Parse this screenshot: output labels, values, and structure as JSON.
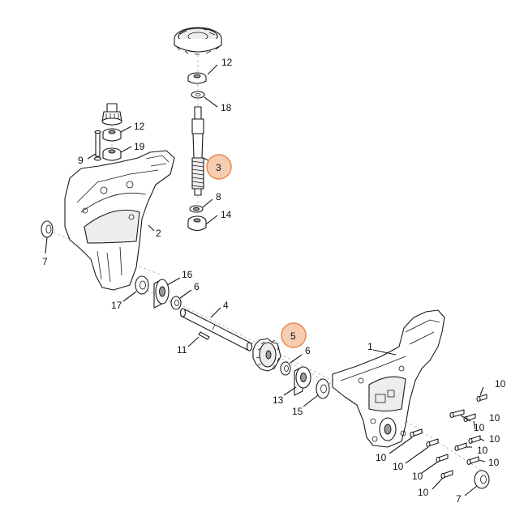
{
  "colors": {
    "line": "#1a1a1a",
    "highlight_fill": "#f7cdb1",
    "highlight_stroke": "#e8874d",
    "background": "#ffffff"
  },
  "callouts": [
    {
      "id": "c12a",
      "label": "12",
      "highlighted": false
    },
    {
      "id": "c18",
      "label": "18",
      "highlighted": false
    },
    {
      "id": "c12b",
      "label": "12",
      "highlighted": false
    },
    {
      "id": "c9",
      "label": "9",
      "highlighted": false
    },
    {
      "id": "c19",
      "label": "19",
      "highlighted": false
    },
    {
      "id": "c3",
      "label": "3",
      "highlighted": true
    },
    {
      "id": "c8",
      "label": "8",
      "highlighted": false
    },
    {
      "id": "c14",
      "label": "14",
      "highlighted": false
    },
    {
      "id": "c2",
      "label": "2",
      "highlighted": false
    },
    {
      "id": "c7a",
      "label": "7",
      "highlighted": false
    },
    {
      "id": "c16",
      "label": "16",
      "highlighted": false
    },
    {
      "id": "c6a",
      "label": "6",
      "highlighted": false
    },
    {
      "id": "c17",
      "label": "17",
      "highlighted": false
    },
    {
      "id": "c4",
      "label": "4",
      "highlighted": false
    },
    {
      "id": "c5",
      "label": "5",
      "highlighted": true
    },
    {
      "id": "c11",
      "label": "11",
      "highlighted": false
    },
    {
      "id": "c6b",
      "label": "6",
      "highlighted": false
    },
    {
      "id": "c1",
      "label": "1",
      "highlighted": false
    },
    {
      "id": "c13",
      "label": "13",
      "highlighted": false
    },
    {
      "id": "c15",
      "label": "15",
      "highlighted": false
    },
    {
      "id": "c10a",
      "label": "10",
      "highlighted": false
    },
    {
      "id": "c10b",
      "label": "10",
      "highlighted": false
    },
    {
      "id": "c10c",
      "label": "10",
      "highlighted": false
    },
    {
      "id": "c10d",
      "label": "10",
      "highlighted": false
    },
    {
      "id": "c10e",
      "label": "10",
      "highlighted": false
    },
    {
      "id": "c10f",
      "label": "10",
      "highlighted": false
    },
    {
      "id": "c10g",
      "label": "10",
      "highlighted": false
    },
    {
      "id": "c10h",
      "label": "10",
      "highlighted": false
    },
    {
      "id": "c10i",
      "label": "10",
      "highlighted": false
    },
    {
      "id": "c10j",
      "label": "10",
      "highlighted": false
    },
    {
      "id": "c7b",
      "label": "7",
      "highlighted": false
    }
  ]
}
